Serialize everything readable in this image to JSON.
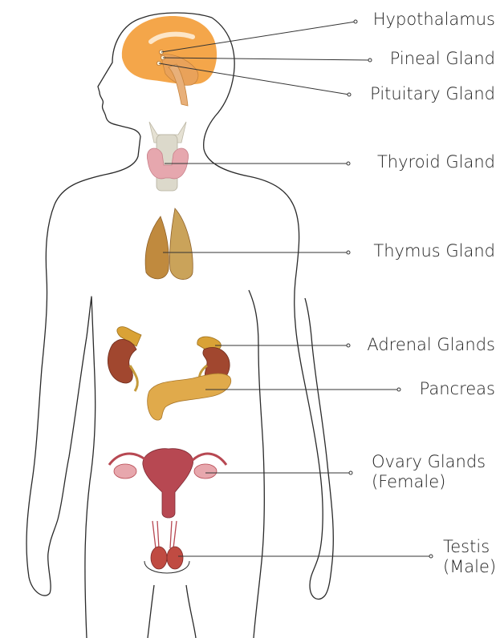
{
  "colors": {
    "outline": "#2a2a2a",
    "brain": "#f4a64a",
    "brain_inner": "#f6c98e",
    "leader": "#333333",
    "thyroid": "#e6a7ae",
    "thymus": "#c08a3e",
    "kidney": "#a1472f",
    "adrenal": "#d9a236",
    "pancreas": "#e0aa4b",
    "uterus": "#b74852",
    "testis": "#c04b42"
  },
  "labels": {
    "hypothalamus": "Hypothalamus",
    "pineal": "Pineal Gland",
    "pituitary": "Pituitary Gland",
    "thyroid": "Thyroid Gland",
    "thymus": "Thymus Gland",
    "adrenal": "Adrenal Glands",
    "pancreas": "Pancreas",
    "ovary_line1": "Ovary Glands",
    "ovary_line2": "(Female)",
    "testis_line1": "Testis",
    "testis_line2": "(Male)"
  }
}
